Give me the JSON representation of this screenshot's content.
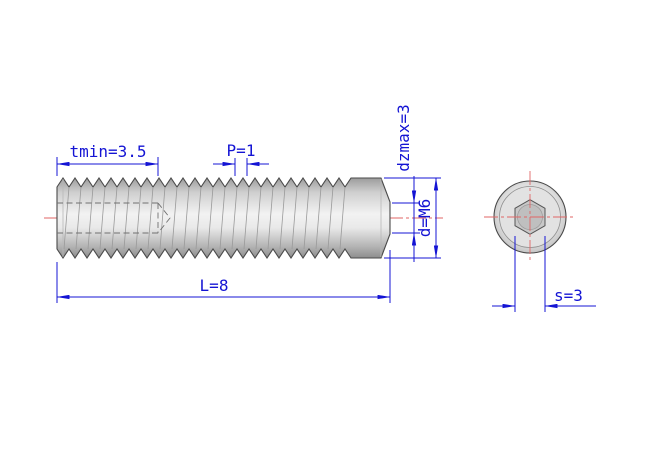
{
  "drawing": {
    "type": "technical-drawing",
    "part": "hex-socket-set-screw",
    "dimensions": {
      "tmin": "tmin=3.5",
      "pitch": "P=1",
      "dzmax": "dzmax=3",
      "thread_diameter": "d=M6",
      "length": "L=8",
      "socket_across_flats": "s=3"
    },
    "colors": {
      "dimension_blue": "#1414d4",
      "centerline_red": "#e06666",
      "part_outline": "#4a4a4a",
      "background": "#ffffff"
    }
  }
}
